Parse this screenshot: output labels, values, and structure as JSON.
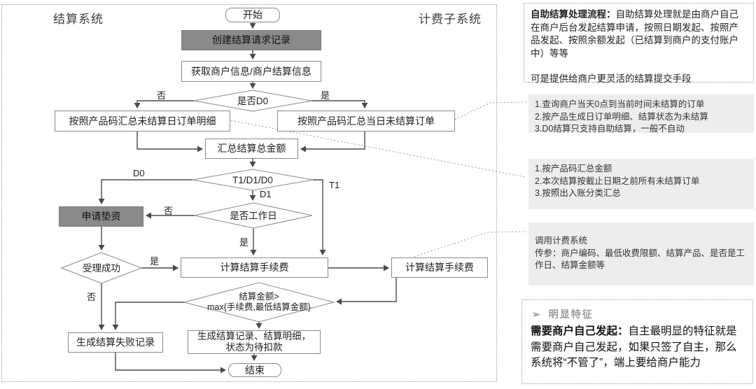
{
  "lanes": {
    "settlement": "结算系统",
    "billing": "计费子系统"
  },
  "nodes": {
    "start": "开始",
    "create_record": "创建结算请求记录",
    "get_info": "获取商户信息/商户结算信息",
    "is_d0": "是否D0",
    "sum_left": "按照产品码汇总未结算日订单明细",
    "sum_right": "按照产品码汇总当日未结算订单",
    "sum_total": "汇总结算总金额",
    "t1_d1_d0": "T1/D1/D0",
    "is_workday": "是否工作日",
    "apply_advance": "申请垫资",
    "accept_ok": "受理成功",
    "calc_fee_settlement": "计算结算手续费",
    "calc_fee_billing": "计算结算手续费",
    "amount_line1": "结算金额>",
    "amount_line2": "max{手续费,最低结算金额}",
    "gen_fail": "生成结算失败记录",
    "gen_record_line1": "生成结算记录、结算明细，",
    "gen_record_line2": "状态为待扣款",
    "end": "结束"
  },
  "edge_labels": {
    "d0_no": "否",
    "d0_yes": "是",
    "branch_d0": "D0",
    "branch_d1": "D1",
    "branch_t1": "T1",
    "workday_no": "否",
    "workday_yes": "是",
    "accept_yes": "是",
    "accept_no": "否"
  },
  "annotations": {
    "self_service": {
      "title": "自助结算处理流程：",
      "body": "自助结算处理就是由商户自己在商户后台发起结算申请，按照日期发起、按照产品发起、按照余额发起（已结算到商户的支付账户中）等等",
      "footer": "可是提供给商户更灵活的结算提交手段"
    },
    "d0_note": {
      "lines": {
        "0": "1.查询商户当天0点到当前时间未结算的订单",
        "1": "2.按产品生成日订单明细、结算状态为未结算",
        "2": "3.D0结算只支持自助结算，一般不自动"
      }
    },
    "sum_note": {
      "lines": {
        "0": "1.按产品码汇总金额",
        "1": "2.本次结算按截止日期之前所有未结算订单",
        "2": "3.按照出入账分类汇总"
      }
    },
    "billing_note": {
      "lines": {
        "0": "调用计费系统",
        "1": "传参：商户编码、最低收费限额、结算产品、是否是工作日、结算金额等"
      }
    },
    "feature": {
      "bullet": "➢",
      "heading": "明显特征",
      "lead": "需要商户自己发起：",
      "body": "自主最明显的特征就是需要商户自己发起，如果只签了自主，那么系统将“不管了”，端上要给商户能力"
    }
  },
  "colors": {
    "node_dark_fill": "#8a8a8a",
    "note_bg": "#ededed",
    "border_gray": "#8f8f8f",
    "arrow_color": "#4a4a4a",
    "leader_dotted": "#999999",
    "heading_gray": "#9a9a9a"
  }
}
